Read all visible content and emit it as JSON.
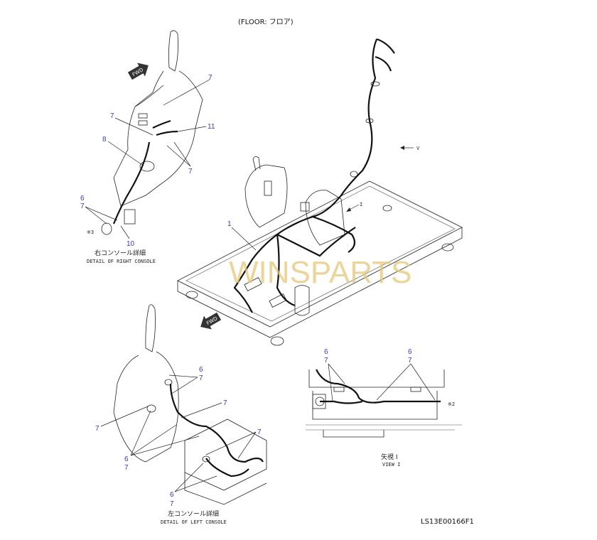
{
  "title": "(FLOOR: フロア)",
  "drawing_number": "LS13E00166F1",
  "watermark": "WINSPARTS",
  "fwd_label": "FWD",
  "view_arrows": {
    "v": "V",
    "i": "I"
  },
  "right_console": {
    "caption_jp": "右コンソール詳細",
    "caption_en": "DETAIL OF RIGHT CONSOLE",
    "callouts": [
      "7",
      "7",
      "11",
      "8",
      "7",
      "6",
      "7",
      "※3",
      "10"
    ]
  },
  "main_callouts": [
    "1"
  ],
  "left_console": {
    "caption_jp": "左コンソール詳細",
    "caption_en": "DETAIL OF LEFT CONSOLE",
    "callouts": [
      "6",
      "7",
      "7",
      "7",
      "7",
      "6",
      "7",
      "6",
      "7"
    ]
  },
  "view_i": {
    "caption_jp": "矢視 I",
    "caption_en": "VIEW I",
    "callouts": [
      "6",
      "7",
      "6",
      "7",
      "※2"
    ]
  },
  "colors": {
    "callout": "#3a3ab8",
    "watermark": "#e6c87a",
    "watermark_gray": "#9a9a9a"
  }
}
